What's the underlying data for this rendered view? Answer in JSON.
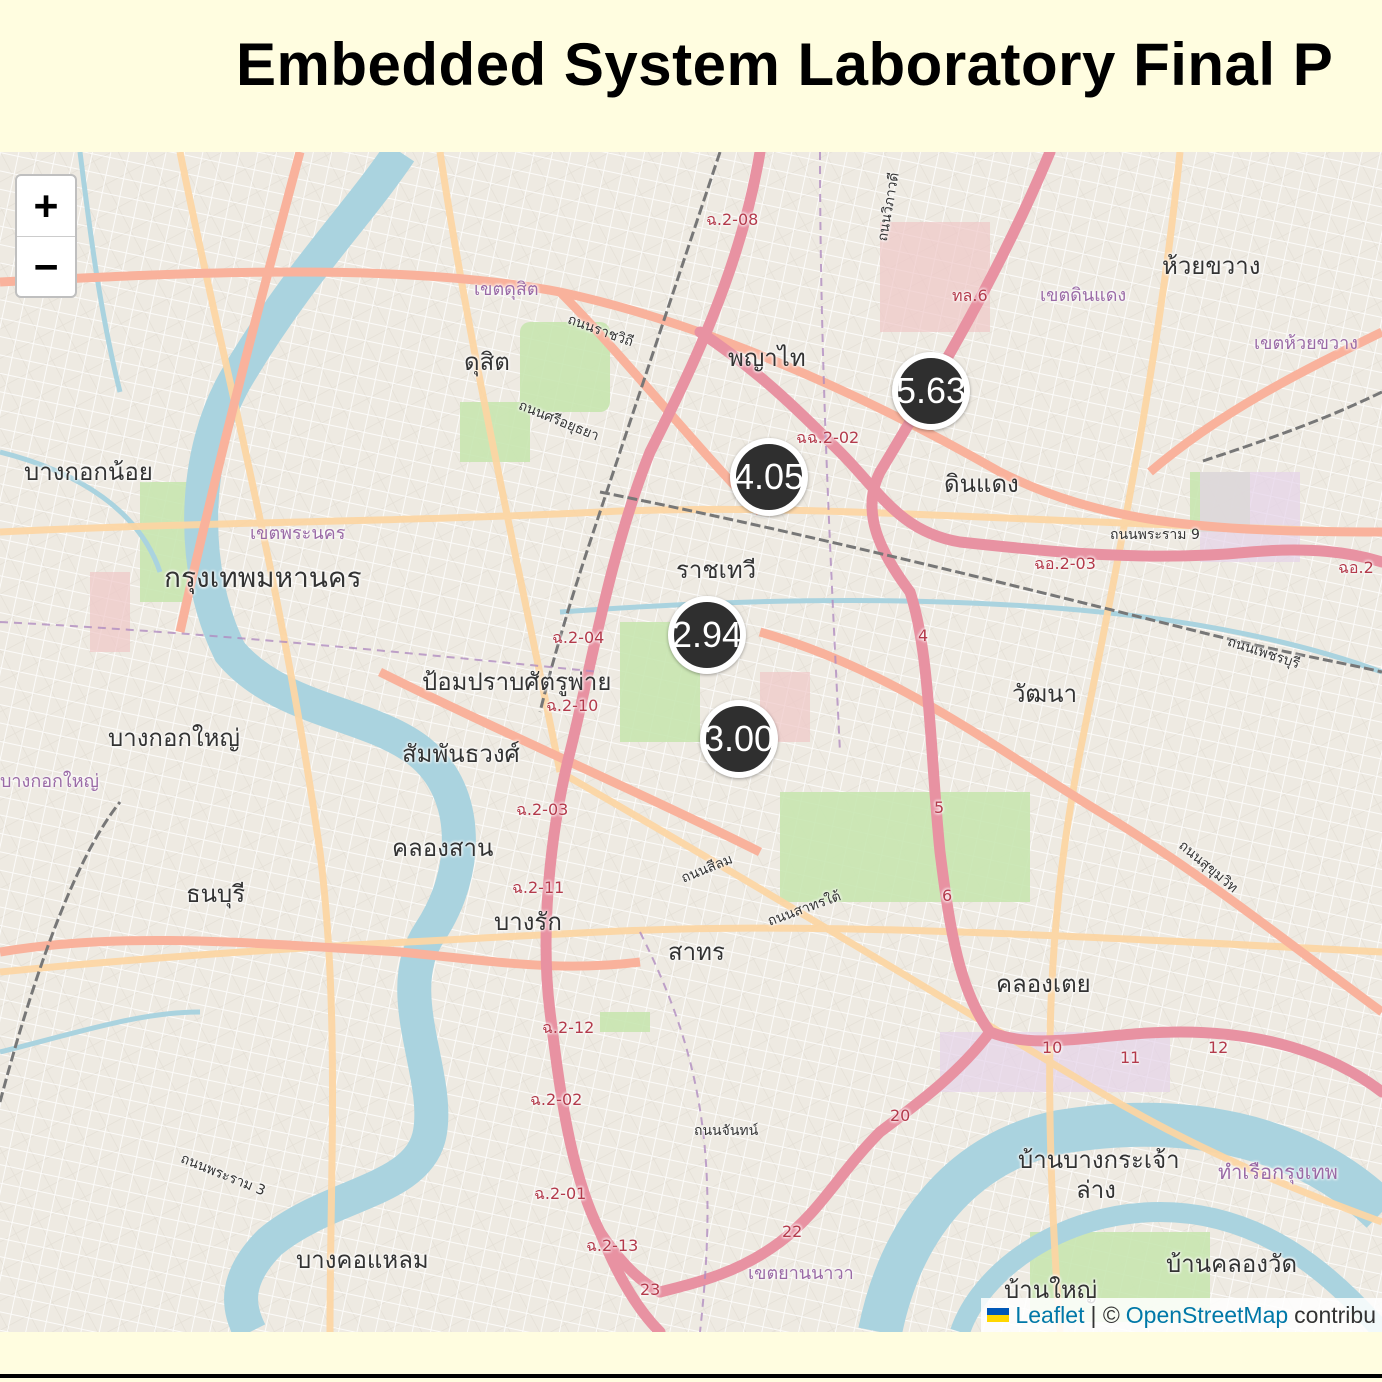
{
  "header": {
    "title": "Embedded System Laboratory Final P"
  },
  "map": {
    "zoom_controls": {
      "zoom_in": "+",
      "zoom_out": "−"
    },
    "markers": [
      {
        "value": "5.63"
      },
      {
        "value": "4.05"
      },
      {
        "value": "2.94"
      },
      {
        "value": "3.00"
      }
    ],
    "place_labels": [
      "พญาไท",
      "ดุสิต",
      "ดินแดง",
      "ห้วยขวาง",
      "ราชเทวี",
      "บางกอกน้อย",
      "กรุงเทพมหานคร",
      "ป้อมปราบศัตรูพ่าย",
      "วัฒนา",
      "บางกอกใหญ่",
      "สัมพันธวงศ์",
      "คลองสาน",
      "ธนบุรี",
      "บางรัก",
      "สาทร",
      "คลองเตย",
      "บ้านบางกระเจ้า",
      "ล่าง",
      "ทำเรือกรุงเทพ",
      "บ้านคลองวัด",
      "บ้านใหญ่",
      "บางคอแหลม",
      "เขตดุสิต",
      "เขตดินแดง",
      "เขตห้วยขวาง",
      "เขตพระนคร",
      "เขตยานนาวา",
      "บางกอกใหญ่"
    ],
    "road_labels": [
      "ฉ.2-08",
      "ทล.6",
      "ฉฉ.2-02",
      "ฉ.2-04",
      "ฉ.2-10",
      "ฉ.2-03",
      "ฉ.2-11",
      "ฉ.2-12",
      "ฉ.2-02",
      "ฉ.2-01",
      "ฉ.2-13",
      "ฉอ.2-03",
      "ฉอ.2",
      "4",
      "5",
      "6",
      "10",
      "11",
      "12",
      "20",
      "22",
      "23"
    ],
    "street_labels": [
      "ถนนราชวิถี",
      "ถนนศรีอยุธยา",
      "ถนนพระราม 9",
      "ถนนเพชรบุรี",
      "ถนนสุขุมวิท",
      "ถนนสีลม",
      "ถนนสาทรใต้",
      "ถนนจันทน์",
      "ถนนพระราม 3",
      "ถนนวิภาวดี"
    ],
    "attribution": {
      "leaflet": "Leaflet",
      "separator": "| ©",
      "osm": "OpenStreetMap",
      "suffix": "contribu"
    }
  },
  "colors": {
    "page_background": "#fffde0",
    "marker_fill": "#2f2f2f",
    "motorway": "#e892a2",
    "trunk": "#f9b29c",
    "primary": "#fcd6a4",
    "river": "#aad3df",
    "park": "#c8e6b0",
    "link": "#0078a8"
  }
}
